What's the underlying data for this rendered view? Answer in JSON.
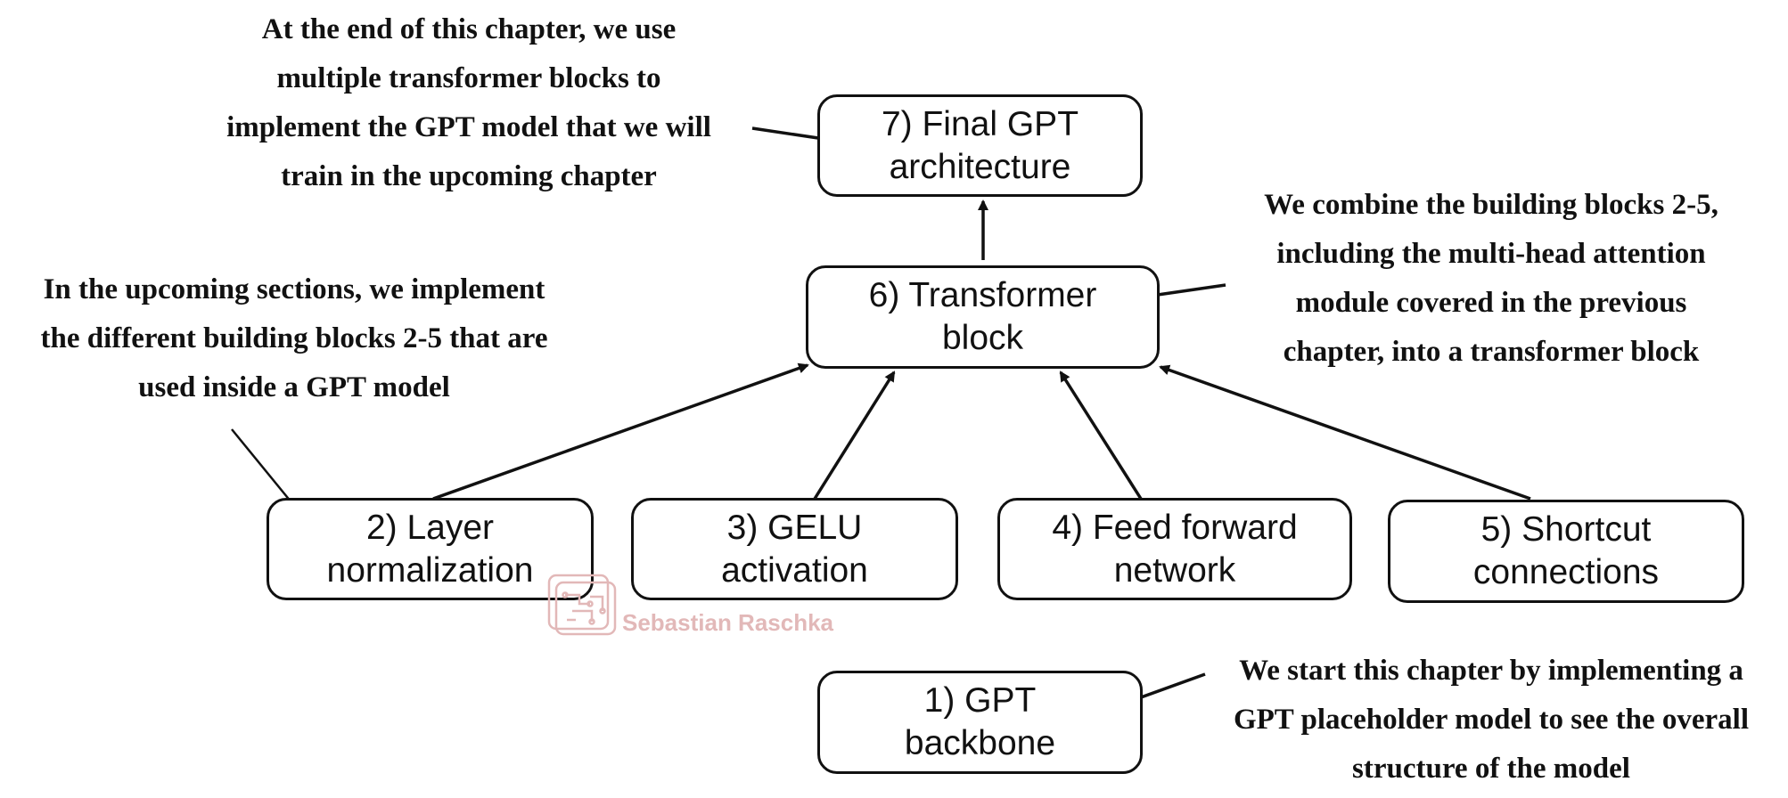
{
  "nodes": {
    "final_gpt": "7) Final GPT\narchitecture",
    "transformer_block": "6) Transformer\nblock",
    "layer_norm": "2) Layer\nnormalization",
    "gelu": "3) GELU\nactivation",
    "feed_forward": "4) Feed forward\nnetwork",
    "shortcut": "5) Shortcut\nconnections",
    "gpt_backbone": "1) GPT\nbackbone"
  },
  "notes": {
    "top_left": "At the end of this chapter, we use\nmultiple transformer blocks to\nimplement the GPT model that we will\ntrain in the upcoming chapter",
    "middle_left": "In the upcoming sections, we implement\nthe different building blocks 2-5 that are\nused inside a GPT model",
    "right": "We combine the building blocks 2-5,\nincluding the multi-head attention\nmodule covered in the previous\nchapter, into a transformer block",
    "bottom_right": "We start this chapter by implementing a\nGPT placeholder model to see the overall\nstructure of the model"
  },
  "watermark": {
    "text": "Sebastian Raschka"
  },
  "colors": {
    "ink": "#111111",
    "watermark": "#e2b8b8"
  }
}
